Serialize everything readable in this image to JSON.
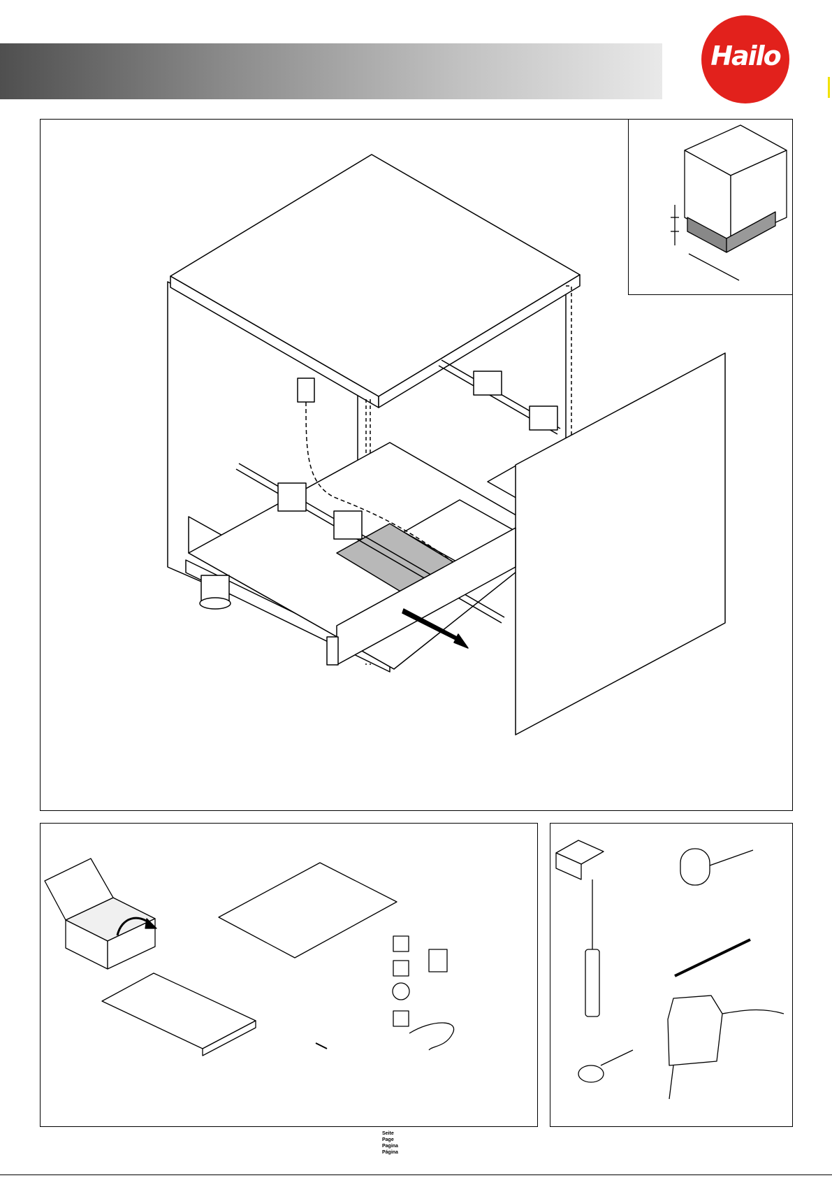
{
  "brand": {
    "logo_text": "Hailo",
    "logo_color": "#e2211c"
  },
  "colors": {
    "header_gradient_dark": "#4f4f4f",
    "header_gradient_light": "#e9e9e9",
    "glass": "#b8b8b8"
  },
  "illustrations": {
    "main": "cabinet-with-pull-out-drawer-icon",
    "inset": "plinth-height-dimension-icon",
    "parts": "package-contents-icon",
    "tools": "required-tools-icon"
  },
  "footer": {
    "page_labels": [
      "Seite",
      "Page",
      "Pagina",
      "Página"
    ]
  }
}
